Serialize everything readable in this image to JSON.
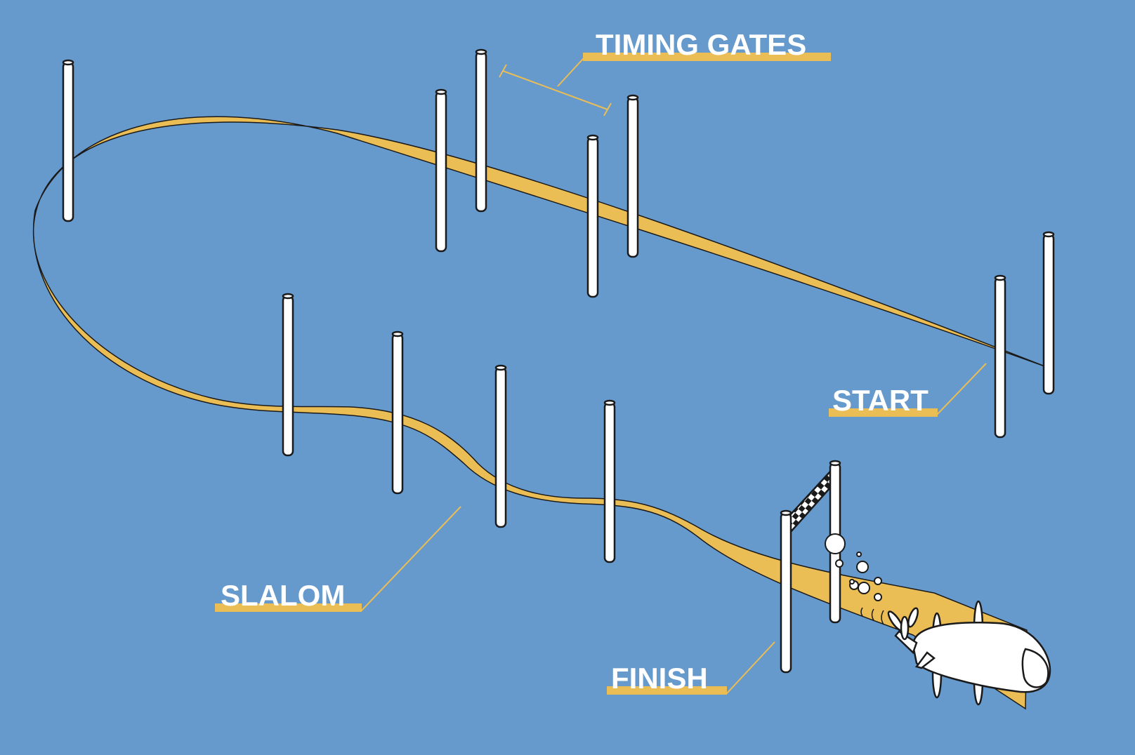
{
  "labels": {
    "timing_gates": "TIMING GATES",
    "start": "START",
    "slalom": "SLALOM",
    "finish": "FINISH"
  },
  "colors": {
    "background": "#6699cc",
    "path": "#ebbd55",
    "label_bar": "#ebbd55",
    "pole": "#ffffff",
    "outline": "#1a1a1a"
  },
  "icons": {
    "vehicle": "underwater-vehicle-icon",
    "finish_banner": "checkered-flag-icon",
    "bubbles": "bubbles-icon"
  }
}
